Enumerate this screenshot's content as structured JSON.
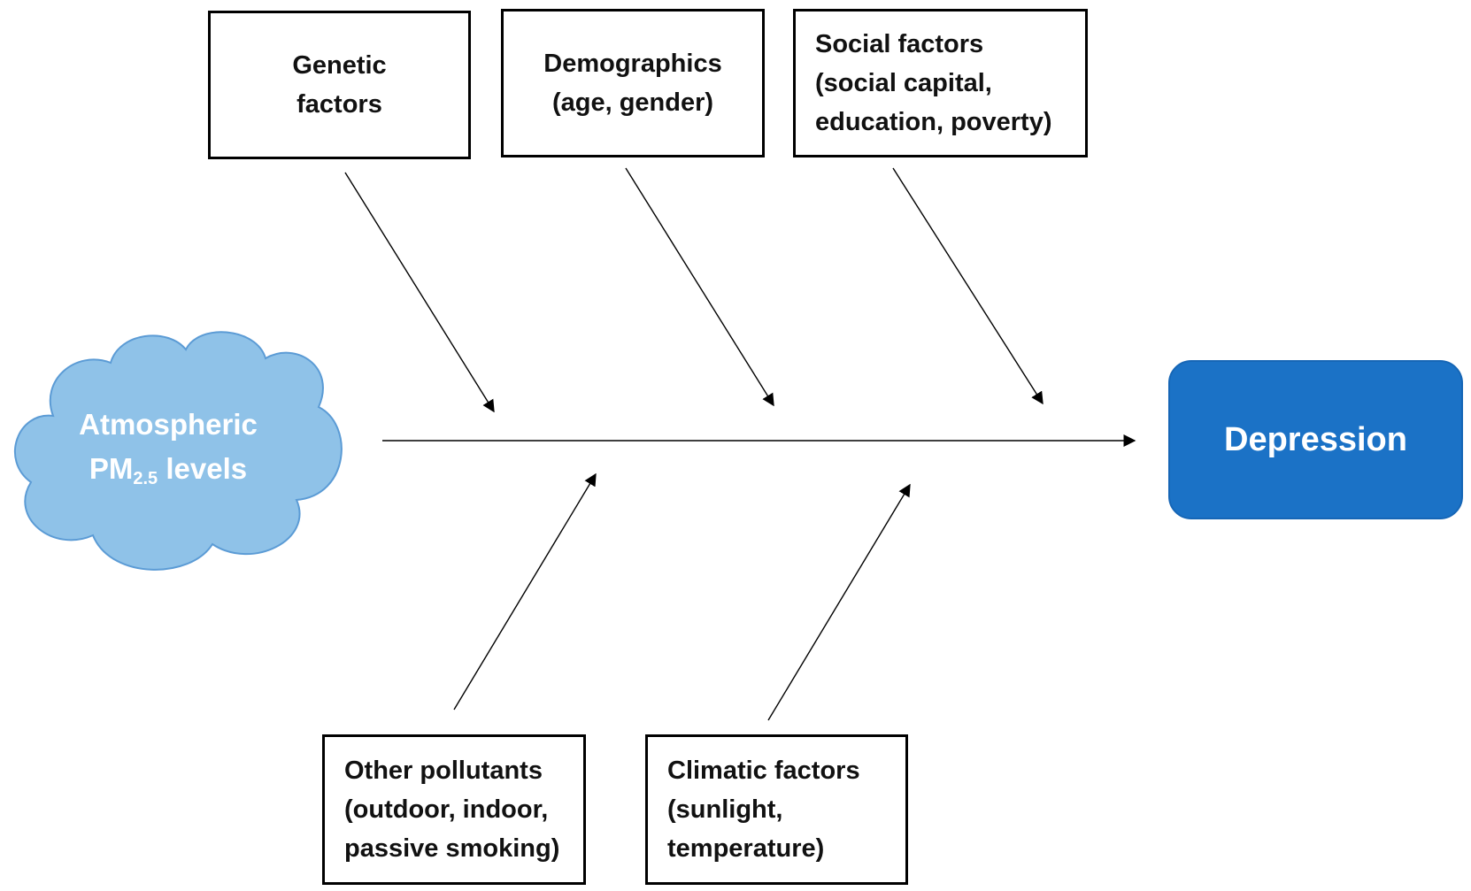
{
  "exposure": {
    "line1": "Atmospheric",
    "line2_main": "PM",
    "line2_sub": "2.5",
    "line2_rest": " levels",
    "fill_color": "#8fc2e8",
    "stroke_color": "#5b9bd5"
  },
  "outcome": {
    "label": "Depression",
    "color": "#1b72c6"
  },
  "factors_top": [
    {
      "lines": [
        "Genetic",
        "factors"
      ]
    },
    {
      "lines": [
        "Demographics",
        "(age, gender)"
      ]
    },
    {
      "lines": [
        "Social factors",
        "(social capital,",
        "education, poverty)"
      ]
    }
  ],
  "factors_bottom": [
    {
      "lines": [
        "Other pollutants",
        "(outdoor, indoor,",
        "passive smoking)"
      ]
    },
    {
      "lines": [
        "Climatic factors",
        "(sunlight,",
        "temperature)"
      ]
    }
  ]
}
